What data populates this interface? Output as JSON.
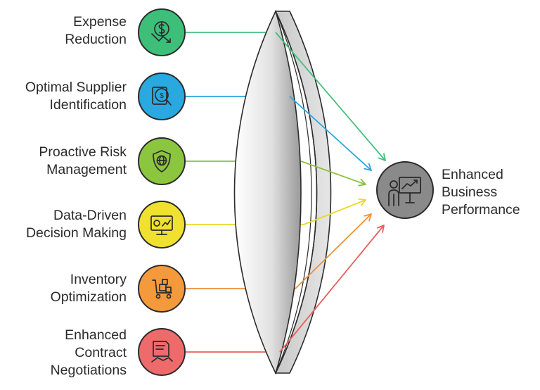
{
  "inputs": [
    {
      "lines": [
        "Expense",
        "Reduction"
      ],
      "icon": "dollar-down-icon",
      "color": "#3dbf7a",
      "line_color": "#44c07e"
    },
    {
      "lines": [
        "Optimal Supplier",
        "Identification"
      ],
      "icon": "supplier-search-icon",
      "color": "#2aa8e0",
      "line_color": "#29a6df"
    },
    {
      "lines": [
        "Proactive Risk",
        "Management"
      ],
      "icon": "shield-globe-icon",
      "color": "#8cc63f",
      "line_color": "#8dc13f"
    },
    {
      "lines": [
        "Data-Driven",
        "Decision Making"
      ],
      "icon": "dashboard-icon",
      "color": "#f0e130",
      "line_color": "#e9d92a"
    },
    {
      "lines": [
        "Inventory",
        "Optimization"
      ],
      "icon": "inventory-cart-icon",
      "color": "#f59a3c",
      "line_color": "#ef8f39"
    },
    {
      "lines": [
        "Enhanced",
        "Contract",
        "Negotiations"
      ],
      "icon": "contract-handshake-icon",
      "color": "#ef6b6b",
      "line_color": "#e8605c"
    }
  ],
  "output": {
    "lines": [
      "Enhanced",
      "Business",
      "Performance"
    ],
    "icon": "presenter-chart-icon",
    "color": "#8a8a8a"
  }
}
